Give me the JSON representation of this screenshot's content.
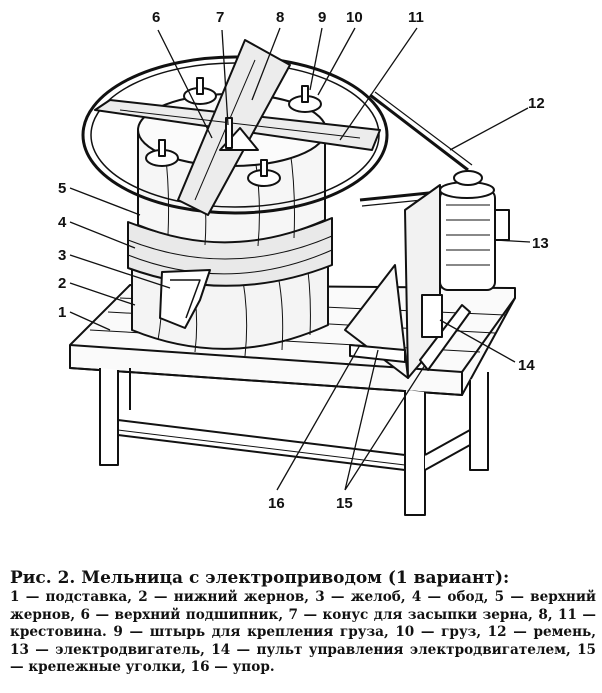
{
  "figure": {
    "labels": [
      "1",
      "2",
      "3",
      "4",
      "5",
      "6",
      "7",
      "8",
      "9",
      "10",
      "11",
      "12",
      "13",
      "14",
      "15",
      "16"
    ]
  },
  "caption": {
    "title": "Рис. 2. Мельница с электроприводом (1 вариант):",
    "body": "1 — подставка, 2 — нижний жернов, 3 — желоб, 4 — обод, 5 — верхний жернов, 6 — верхний подшипник, 7 — конус для засыпки зерна, 8, 11 — крестовина. 9 — штырь для крепления груза, 10 — груз, 12 — ремень, 13 — электродвигатель, 14 — пульт управления электродвигателем, 15 — крепежные уголки, 16 — упор."
  }
}
